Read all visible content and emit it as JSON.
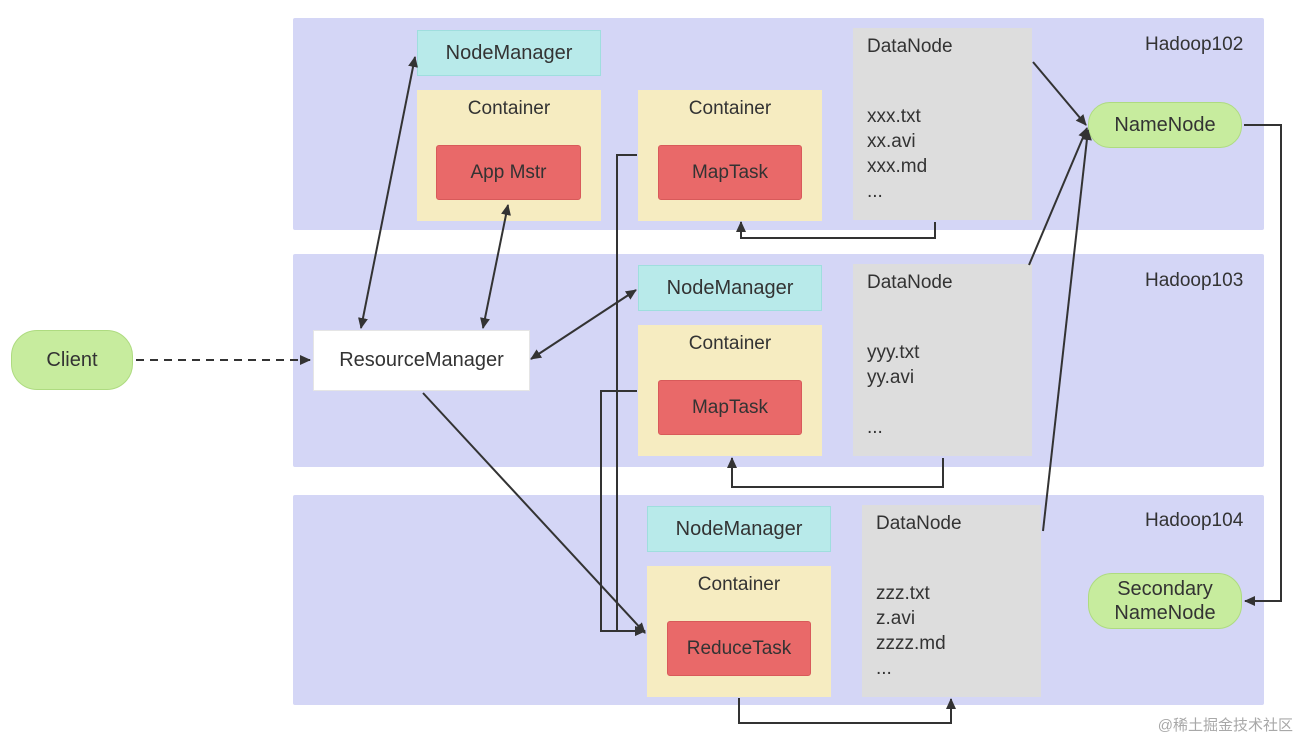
{
  "client": "Client",
  "resource_manager": "ResourceManager",
  "name_node": "NameNode",
  "secondary_name_node": [
    "Secondary",
    "NameNode"
  ],
  "watermark": "@稀土掘金技术社区",
  "hosts": [
    {
      "label": "Hadoop102",
      "node_manager": "NodeManager",
      "containers": [
        {
          "title": "Container",
          "task": "App Mstr"
        },
        {
          "title": "Container",
          "task": "MapTask"
        }
      ],
      "data_node": {
        "title": "DataNode",
        "files": [
          "xxx.txt",
          "xx.avi",
          "xxx.md",
          "..."
        ]
      }
    },
    {
      "label": "Hadoop103",
      "node_manager": "NodeManager",
      "containers": [
        {
          "title": "Container",
          "task": "MapTask"
        }
      ],
      "data_node": {
        "title": "DataNode",
        "files": [
          "yyy.txt",
          "yy.avi",
          "",
          "..."
        ]
      }
    },
    {
      "label": "Hadoop104",
      "node_manager": "NodeManager",
      "containers": [
        {
          "title": "Container",
          "task": "ReduceTask"
        }
      ],
      "data_node": {
        "title": "DataNode",
        "files": [
          "zzz.txt",
          "z.avi",
          "zzzz.md",
          "..."
        ]
      }
    }
  ],
  "colors": {
    "host_bg": "#d4d6f6",
    "node_manager_bg": "#b8eaea",
    "container_bg": "#f6ecc1",
    "task_bg": "#e96969",
    "data_node_bg": "#dddddd",
    "pill_bg": "#c7ec9e",
    "arrow": "#333333"
  }
}
